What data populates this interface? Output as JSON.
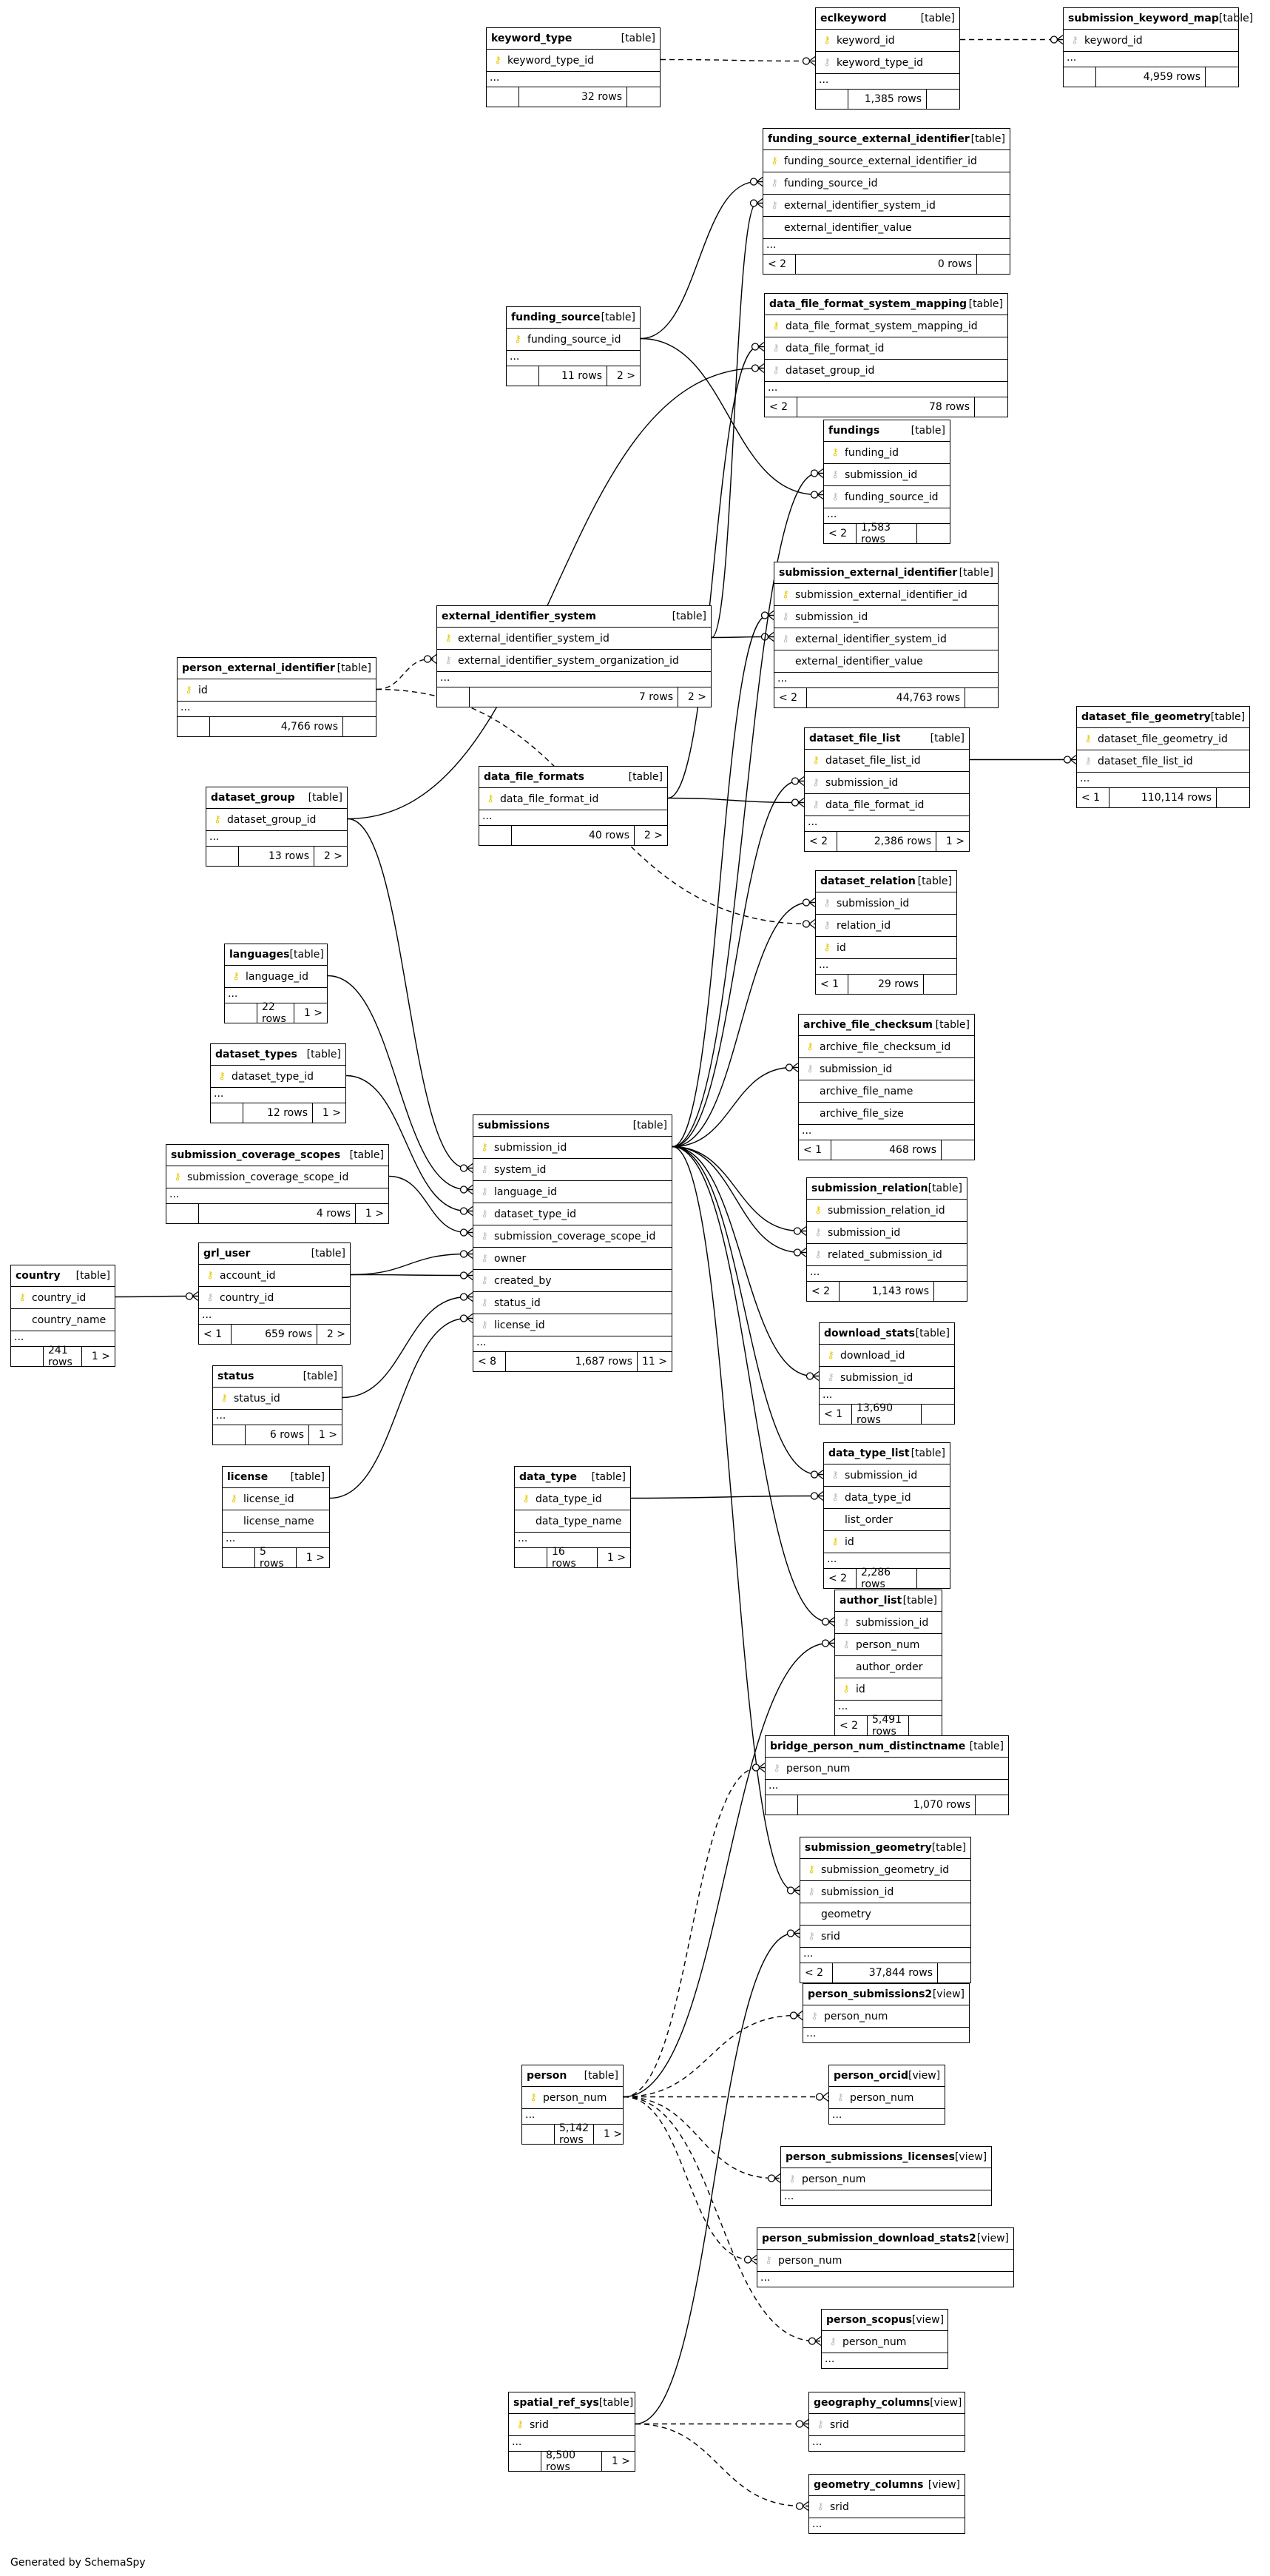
{
  "footer": "Generated by SchemaSpy",
  "tables": {
    "keyword_type": {
      "name": "keyword_type",
      "kind": "[table]",
      "cols": [
        {
          "k": "pk",
          "n": "keyword_type_id"
        }
      ],
      "rows": "32 rows",
      "lt": "",
      "gt": ""
    },
    "eclkeyword": {
      "name": "eclkeyword",
      "kind": "[table]",
      "cols": [
        {
          "k": "pk",
          "n": "keyword_id"
        },
        {
          "k": "fk",
          "n": "keyword_type_id"
        }
      ],
      "rows": "1,385 rows",
      "lt": "",
      "gt": ""
    },
    "submission_keyword_map": {
      "name": "submission_keyword_map",
      "kind": "[table]",
      "cols": [
        {
          "k": "fk",
          "n": "keyword_id"
        }
      ],
      "rows": "4,959 rows",
      "lt": "",
      "gt": ""
    },
    "funding_source_external_identifier": {
      "name": "funding_source_external_identifier",
      "kind": "[table]",
      "cols": [
        {
          "k": "pk",
          "n": "funding_source_external_identifier_id"
        },
        {
          "k": "fk",
          "n": "funding_source_id"
        },
        {
          "k": "fk",
          "n": "external_identifier_system_id"
        },
        {
          "k": "",
          "n": "external_identifier_value"
        }
      ],
      "rows": "0 rows",
      "lt": "< 2",
      "gt": ""
    },
    "funding_source": {
      "name": "funding_source",
      "kind": "[table]",
      "cols": [
        {
          "k": "pk",
          "n": "funding_source_id"
        }
      ],
      "rows": "11 rows",
      "lt": "",
      "gt": "2 >"
    },
    "data_file_format_system_mapping": {
      "name": "data_file_format_system_mapping",
      "kind": "[table]",
      "cols": [
        {
          "k": "pk",
          "n": "data_file_format_system_mapping_id"
        },
        {
          "k": "fk",
          "n": "data_file_format_id"
        },
        {
          "k": "fk",
          "n": "dataset_group_id"
        }
      ],
      "rows": "78 rows",
      "lt": "< 2",
      "gt": ""
    },
    "fundings": {
      "name": "fundings",
      "kind": "[table]",
      "cols": [
        {
          "k": "pk",
          "n": "funding_id"
        },
        {
          "k": "fk",
          "n": "submission_id"
        },
        {
          "k": "fk",
          "n": "funding_source_id"
        }
      ],
      "rows": "1,583 rows",
      "lt": "< 2",
      "gt": ""
    },
    "submission_external_identifier": {
      "name": "submission_external_identifier",
      "kind": "[table]",
      "cols": [
        {
          "k": "pk",
          "n": "submission_external_identifier_id"
        },
        {
          "k": "fk",
          "n": "submission_id"
        },
        {
          "k": "fk",
          "n": "external_identifier_system_id"
        },
        {
          "k": "",
          "n": "external_identifier_value"
        }
      ],
      "rows": "44,763 rows",
      "lt": "< 2",
      "gt": ""
    },
    "external_identifier_system": {
      "name": "external_identifier_system",
      "kind": "[table]",
      "cols": [
        {
          "k": "pk",
          "n": "external_identifier_system_id"
        },
        {
          "k": "fk",
          "n": "external_identifier_system_organization_id"
        }
      ],
      "rows": "7 rows",
      "lt": "",
      "gt": "2 >"
    },
    "person_external_identifier": {
      "name": "person_external_identifier",
      "kind": "[table]",
      "cols": [
        {
          "k": "pk",
          "n": "id"
        }
      ],
      "rows": "4,766 rows",
      "lt": "",
      "gt": ""
    },
    "dataset_file_list": {
      "name": "dataset_file_list",
      "kind": "[table]",
      "cols": [
        {
          "k": "pk",
          "n": "dataset_file_list_id"
        },
        {
          "k": "fk",
          "n": "submission_id"
        },
        {
          "k": "fk",
          "n": "data_file_format_id"
        }
      ],
      "rows": "2,386 rows",
      "lt": "< 2",
      "gt": "1 >"
    },
    "dataset_file_geometry": {
      "name": "dataset_file_geometry",
      "kind": "[table]",
      "cols": [
        {
          "k": "pk",
          "n": "dataset_file_geometry_id"
        },
        {
          "k": "fk",
          "n": "dataset_file_list_id"
        }
      ],
      "rows": "110,114 rows",
      "lt": "< 1",
      "gt": ""
    },
    "data_file_formats": {
      "name": "data_file_formats",
      "kind": "[table]",
      "cols": [
        {
          "k": "pk",
          "n": "data_file_format_id"
        }
      ],
      "rows": "40 rows",
      "lt": "",
      "gt": "2 >"
    },
    "dataset_group": {
      "name": "dataset_group",
      "kind": "[table]",
      "cols": [
        {
          "k": "pk",
          "n": "dataset_group_id"
        }
      ],
      "rows": "13 rows",
      "lt": "",
      "gt": "2 >"
    },
    "dataset_relation": {
      "name": "dataset_relation",
      "kind": "[table]",
      "cols": [
        {
          "k": "fk",
          "n": "submission_id"
        },
        {
          "k": "fk",
          "n": "relation_id"
        },
        {
          "k": "pk",
          "n": "id"
        }
      ],
      "rows": "29 rows",
      "lt": "< 1",
      "gt": ""
    },
    "languages": {
      "name": "languages",
      "kind": "[table]",
      "cols": [
        {
          "k": "pk",
          "n": "language_id"
        }
      ],
      "rows": "22 rows",
      "lt": "",
      "gt": "1 >"
    },
    "archive_file_checksum": {
      "name": "archive_file_checksum",
      "kind": "[table]",
      "cols": [
        {
          "k": "pk",
          "n": "archive_file_checksum_id"
        },
        {
          "k": "fk",
          "n": "submission_id"
        },
        {
          "k": "",
          "n": "archive_file_name"
        },
        {
          "k": "",
          "n": "archive_file_size"
        }
      ],
      "rows": "468 rows",
      "lt": "< 1",
      "gt": ""
    },
    "dataset_types": {
      "name": "dataset_types",
      "kind": "[table]",
      "cols": [
        {
          "k": "pk",
          "n": "dataset_type_id"
        }
      ],
      "rows": "12 rows",
      "lt": "",
      "gt": "1 >"
    },
    "submissions": {
      "name": "submissions",
      "kind": "[table]",
      "cols": [
        {
          "k": "pk",
          "n": "submission_id"
        },
        {
          "k": "fk",
          "n": "system_id"
        },
        {
          "k": "fk",
          "n": "language_id"
        },
        {
          "k": "fk",
          "n": "dataset_type_id"
        },
        {
          "k": "fk",
          "n": "submission_coverage_scope_id"
        },
        {
          "k": "fk",
          "n": "owner"
        },
        {
          "k": "fk",
          "n": "created_by"
        },
        {
          "k": "fk",
          "n": "status_id"
        },
        {
          "k": "fk",
          "n": "license_id"
        }
      ],
      "rows": "1,687 rows",
      "lt": "< 8",
      "gt": "11 >"
    },
    "submission_coverage_scopes": {
      "name": "submission_coverage_scopes",
      "kind": "[table]",
      "cols": [
        {
          "k": "pk",
          "n": "submission_coverage_scope_id"
        }
      ],
      "rows": "4 rows",
      "lt": "",
      "gt": "1 >"
    },
    "submission_relation": {
      "name": "submission_relation",
      "kind": "[table]",
      "cols": [
        {
          "k": "pk",
          "n": "submission_relation_id"
        },
        {
          "k": "fk",
          "n": "submission_id"
        },
        {
          "k": "fk",
          "n": "related_submission_id"
        }
      ],
      "rows": "1,143 rows",
      "lt": "< 2",
      "gt": ""
    },
    "country": {
      "name": "country",
      "kind": "[table]",
      "cols": [
        {
          "k": "pk",
          "n": "country_id"
        },
        {
          "k": "",
          "n": "country_name"
        }
      ],
      "rows": "241 rows",
      "lt": "",
      "gt": "1 >"
    },
    "grl_user": {
      "name": "grl_user",
      "kind": "[table]",
      "cols": [
        {
          "k": "pk",
          "n": "account_id"
        },
        {
          "k": "fk",
          "n": "country_id"
        }
      ],
      "rows": "659 rows",
      "lt": "< 1",
      "gt": "2 >"
    },
    "download_stats": {
      "name": "download_stats",
      "kind": "[table]",
      "cols": [
        {
          "k": "pk",
          "n": "download_id"
        },
        {
          "k": "fk",
          "n": "submission_id"
        }
      ],
      "rows": "13,690 rows",
      "lt": "< 1",
      "gt": ""
    },
    "status": {
      "name": "status",
      "kind": "[table]",
      "cols": [
        {
          "k": "pk",
          "n": "status_id"
        }
      ],
      "rows": "6 rows",
      "lt": "",
      "gt": "1 >"
    },
    "data_type_list": {
      "name": "data_type_list",
      "kind": "[table]",
      "cols": [
        {
          "k": "fk",
          "n": "submission_id"
        },
        {
          "k": "fk",
          "n": "data_type_id"
        },
        {
          "k": "",
          "n": "list_order"
        },
        {
          "k": "pk",
          "n": "id"
        }
      ],
      "rows": "2,286 rows",
      "lt": "< 2",
      "gt": ""
    },
    "license": {
      "name": "license",
      "kind": "[table]",
      "cols": [
        {
          "k": "pk",
          "n": "license_id"
        },
        {
          "k": "",
          "n": "license_name"
        }
      ],
      "rows": "5 rows",
      "lt": "",
      "gt": "1 >"
    },
    "data_type": {
      "name": "data_type",
      "kind": "[table]",
      "cols": [
        {
          "k": "pk",
          "n": "data_type_id"
        },
        {
          "k": "",
          "n": "data_type_name"
        }
      ],
      "rows": "16 rows",
      "lt": "",
      "gt": "1 >"
    },
    "author_list": {
      "name": "author_list",
      "kind": "[table]",
      "cols": [
        {
          "k": "fk",
          "n": "submission_id"
        },
        {
          "k": "fk",
          "n": "person_num"
        },
        {
          "k": "",
          "n": "author_order"
        },
        {
          "k": "pk",
          "n": "id"
        }
      ],
      "rows": "5,491 rows",
      "lt": "< 2",
      "gt": ""
    },
    "bridge_person_num_distinctname": {
      "name": "bridge_person_num_distinctname",
      "kind": "[table]",
      "cols": [
        {
          "k": "fk",
          "n": "person_num"
        }
      ],
      "rows": "1,070 rows",
      "lt": "",
      "gt": ""
    },
    "submission_geometry": {
      "name": "submission_geometry",
      "kind": "[table]",
      "cols": [
        {
          "k": "pk",
          "n": "submission_geometry_id"
        },
        {
          "k": "fk",
          "n": "submission_id"
        },
        {
          "k": "",
          "n": "geometry"
        },
        {
          "k": "fk",
          "n": "srid"
        }
      ],
      "rows": "37,844 rows",
      "lt": "< 2",
      "gt": ""
    },
    "person_submissions2": {
      "name": "person_submissions2",
      "kind": "[view]",
      "cols": [
        {
          "k": "fk",
          "n": "person_num"
        }
      ]
    },
    "person": {
      "name": "person",
      "kind": "[table]",
      "cols": [
        {
          "k": "pk",
          "n": "person_num"
        }
      ],
      "rows": "5,142 rows",
      "lt": "",
      "gt": "1 >"
    },
    "person_orcid": {
      "name": "person_orcid",
      "kind": "[view]",
      "cols": [
        {
          "k": "fk",
          "n": "person_num"
        }
      ]
    },
    "person_submissions_licenses": {
      "name": "person_submissions_licenses",
      "kind": "[view]",
      "cols": [
        {
          "k": "fk",
          "n": "person_num"
        }
      ]
    },
    "person_submission_download_stats2": {
      "name": "person_submission_download_stats2",
      "kind": "[view]",
      "cols": [
        {
          "k": "fk",
          "n": "person_num"
        }
      ]
    },
    "person_scopus": {
      "name": "person_scopus",
      "kind": "[view]",
      "cols": [
        {
          "k": "fk",
          "n": "person_num"
        }
      ]
    },
    "spatial_ref_sys": {
      "name": "spatial_ref_sys",
      "kind": "[table]",
      "cols": [
        {
          "k": "pk",
          "n": "srid"
        }
      ],
      "rows": "8,500 rows",
      "lt": "",
      "gt": "1 >"
    },
    "geography_columns": {
      "name": "geography_columns",
      "kind": "[view]",
      "cols": [
        {
          "k": "fk",
          "n": "srid"
        }
      ]
    },
    "geometry_columns": {
      "name": "geometry_columns",
      "kind": "[view]",
      "cols": [
        {
          "k": "fk",
          "n": "srid"
        }
      ]
    }
  }
}
